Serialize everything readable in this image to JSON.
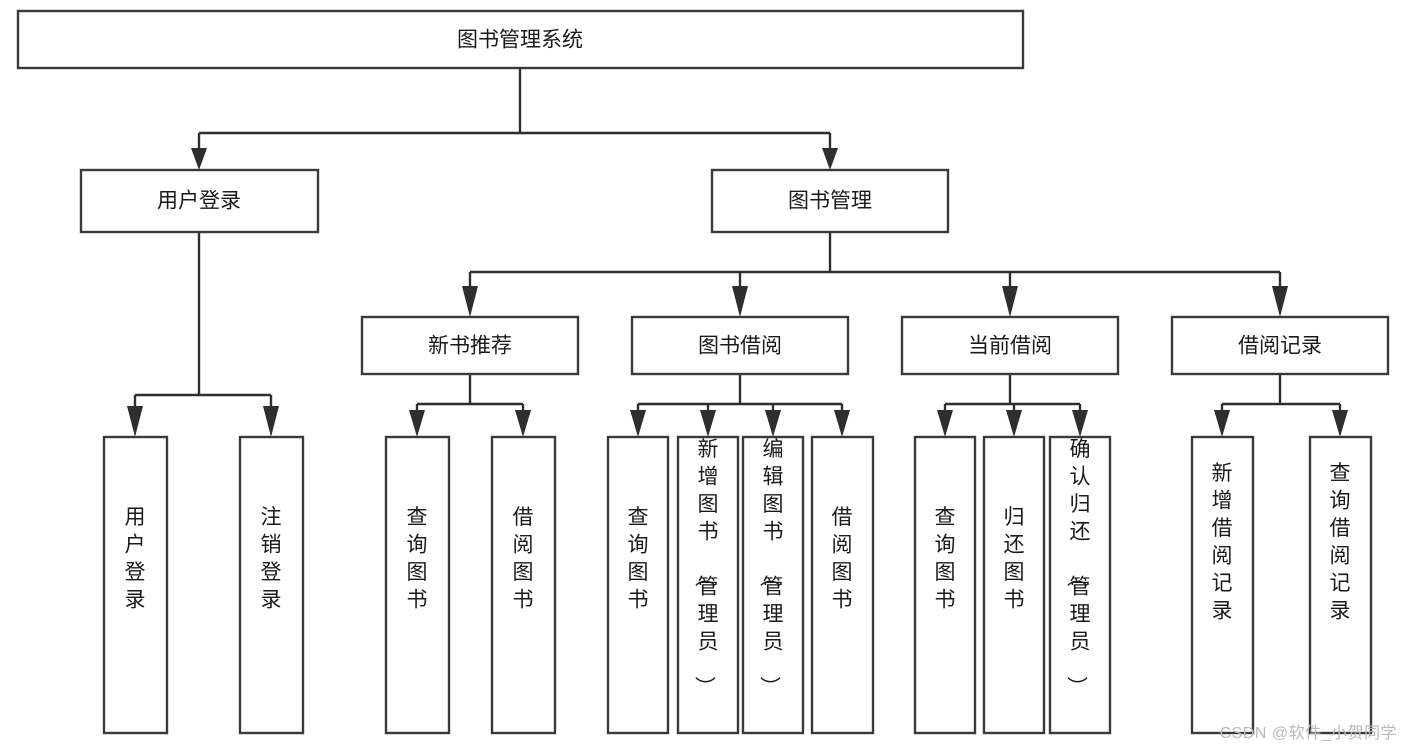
{
  "diagram": {
    "title": "图书管理系统",
    "watermark": "CSDN @软件_小贺同学",
    "colors": {
      "box_stroke": "#3a3a3a",
      "connector": "#2e2e2e",
      "box_fill": "#ffffff",
      "text": "#1a1a1a",
      "watermark": "#b9b9b9",
      "background": "#ffffff"
    },
    "root": {
      "label": "图书管理系统"
    },
    "level2": [
      {
        "label": "用户登录"
      },
      {
        "label": "图书管理"
      }
    ],
    "level3": [
      {
        "label": "新书推荐"
      },
      {
        "label": "图书借阅"
      },
      {
        "label": "当前借阅"
      },
      {
        "label": "借阅记录"
      }
    ],
    "leaves": {
      "user_login": [
        {
          "label": "用户登录"
        },
        {
          "label": "注销登录"
        }
      ],
      "new_book_recommend": [
        {
          "label": "查询图书"
        },
        {
          "label": "借阅图书"
        }
      ],
      "book_borrow": [
        {
          "label": "查询图书"
        },
        {
          "label": "新增图书（管理员）"
        },
        {
          "label": "编辑图书（管理员）"
        },
        {
          "label": "借阅图书"
        }
      ],
      "current_borrow": [
        {
          "label": "查询图书"
        },
        {
          "label": "归还图书"
        },
        {
          "label": "确认归还（管理员）"
        }
      ],
      "borrow_record": [
        {
          "label": "新增借阅记录"
        },
        {
          "label": "查询借阅记录"
        }
      ]
    }
  }
}
